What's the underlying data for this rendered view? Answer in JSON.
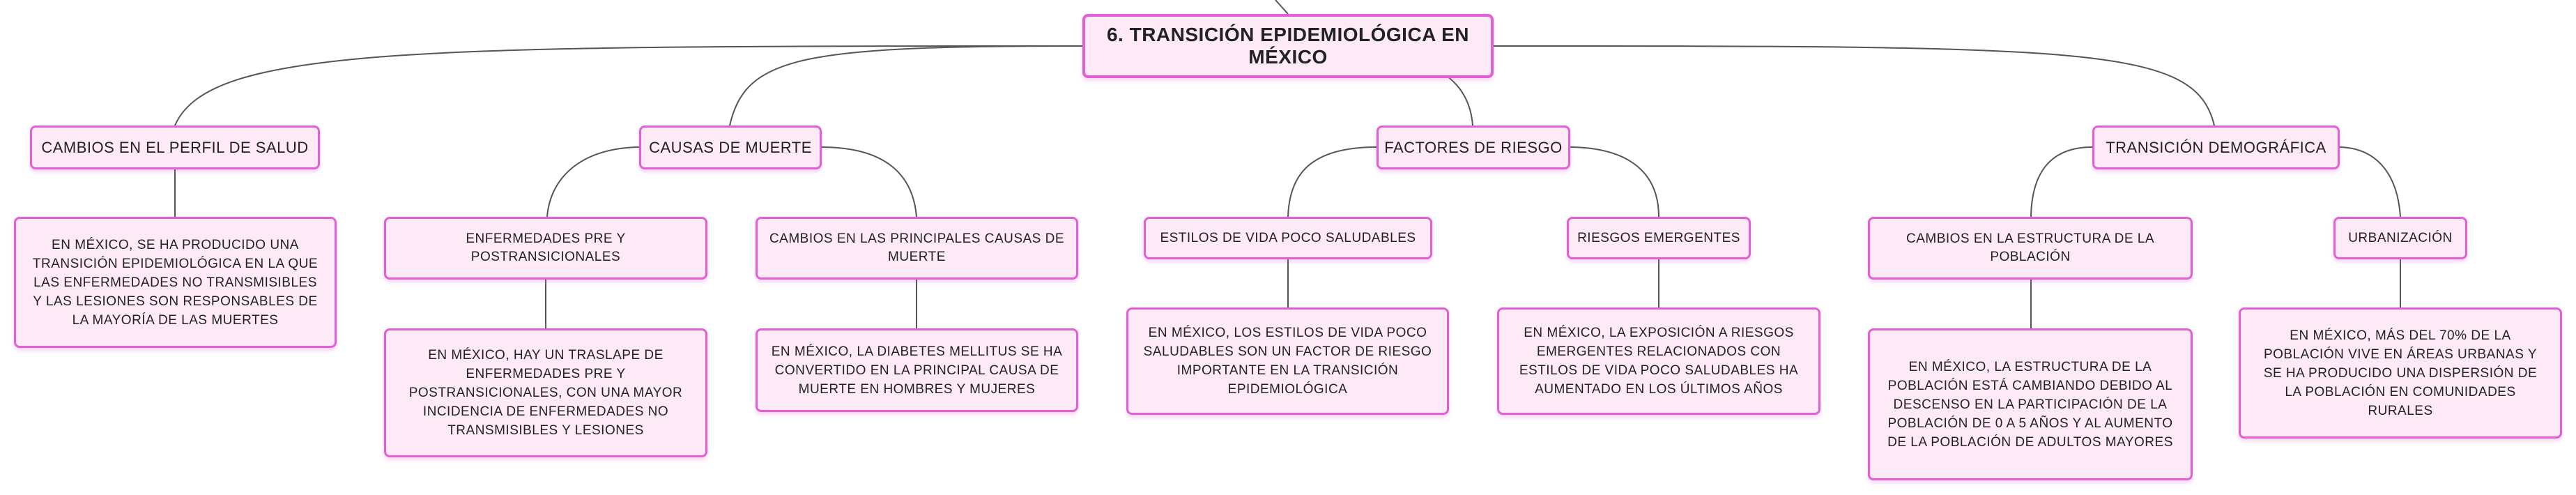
{
  "root": "6. TRANSICIÓN EPIDEMIOLÓGICA EN MÉXICO",
  "categories": [
    {
      "label": "CAMBIOS EN EL PERFIL DE SALUD",
      "text": "EN MÉXICO, SE HA PRODUCIDO UNA TRANSICIÓN EPIDEMIOLÓGICA EN LA QUE LAS ENFERMEDADES NO TRANSMISIBLES Y LAS LESIONES SON RESPONSABLES DE LA MAYORÍA DE LAS MUERTES"
    },
    {
      "label": "CAUSAS DE MUERTE",
      "children": [
        {
          "label": "ENFERMEDADES PRE Y POSTRANSICIONALES",
          "text": "EN MÉXICO, HAY UN TRASLAPE DE ENFERMEDADES PRE Y POSTRANSICIONALES, CON UNA MAYOR INCIDENCIA DE ENFERMEDADES NO TRANSMISIBLES Y LESIONES"
        },
        {
          "label": "CAMBIOS EN LAS PRINCIPALES CAUSAS DE MUERTE",
          "text": "EN MÉXICO, LA DIABETES MELLITUS SE HA CONVERTIDO EN LA PRINCIPAL CAUSA DE MUERTE EN HOMBRES Y MUJERES"
        }
      ]
    },
    {
      "label": "FACTORES DE RIESGO",
      "children": [
        {
          "label": "ESTILOS DE VIDA POCO SALUDABLES",
          "text": "EN MÉXICO, LOS ESTILOS DE VIDA POCO SALUDABLES SON UN FACTOR DE RIESGO IMPORTANTE EN LA TRANSICIÓN EPIDEMIOLÓGICA"
        },
        {
          "label": "RIESGOS EMERGENTES",
          "text": "EN MÉXICO, LA EXPOSICIÓN A RIESGOS EMERGENTES RELACIONADOS CON ESTILOS DE VIDA POCO SALUDABLES HA AUMENTADO EN LOS ÚLTIMOS AÑOS"
        }
      ]
    },
    {
      "label": "TRANSICIÓN DEMOGRÁFICA",
      "children": [
        {
          "label": "CAMBIOS EN LA ESTRUCTURA DE LA POBLACIÓN",
          "text": "EN MÉXICO, LA ESTRUCTURA DE LA POBLACIÓN ESTÁ CAMBIANDO DEBIDO AL DESCENSO EN LA PARTICIPACIÓN DE LA POBLACIÓN DE 0 A 5 AÑOS Y AL AUMENTO DE LA POBLACIÓN DE ADULTOS MAYORES"
        },
        {
          "label": "URBANIZACIÓN",
          "text": "EN MÉXICO, MÁS DEL 70% DE LA POBLACIÓN VIVE EN ÁREAS URBANAS Y SE HA PRODUCIDO UNA DISPERSIÓN DE LA POBLACIÓN EN COMUNIDADES RURALES"
        }
      ]
    }
  ],
  "colors": {
    "border": "#e25fd6",
    "fill": "#fdeaf6",
    "line": "#555555"
  }
}
